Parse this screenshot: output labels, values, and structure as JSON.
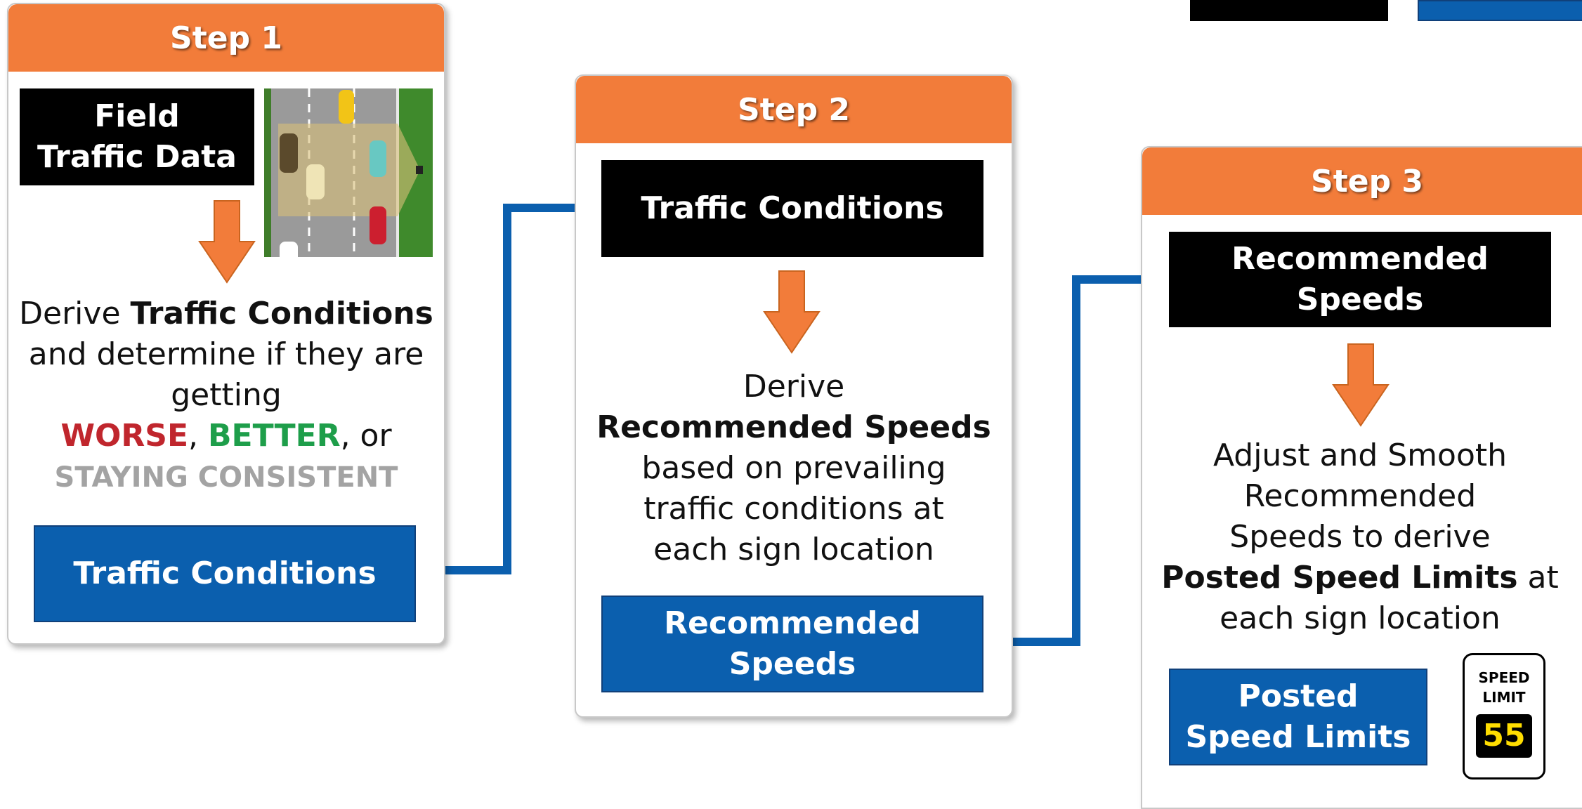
{
  "colors": {
    "orange": "#f27c3a",
    "blue": "#0b5fae",
    "black": "#000000",
    "red": "#c0262d",
    "green": "#1e9e4a",
    "gray": "#a3a3a3",
    "sign_yellow": "#ffdd00"
  },
  "step1": {
    "header": "Step 1",
    "input_label": "Field Traffic Data",
    "desc_prefix": "Derive ",
    "desc_bold": "Traffic Conditions",
    "desc_middle": " and determine if they are getting",
    "worse": "WORSE",
    "sep1": ", ",
    "better": "BETTER",
    "sep2": ", or",
    "consistent": "STAYING CONSISTENT",
    "output_label": "Traffic Conditions"
  },
  "step2": {
    "header": "Step 2",
    "input_label": "Traffic Conditions",
    "desc_prefix": "Derive",
    "desc_bold": "Recommended Speeds",
    "desc_suffix": "based on prevailing traffic conditions at each sign location",
    "output_label": "Recommended Speeds"
  },
  "step3": {
    "header": "Step 3",
    "input_label": "Recommended Speeds",
    "desc_prefix": "Adjust and Smooth Recommended Speeds to derive ",
    "desc_bold": "Posted Speed Limits",
    "desc_suffix": " at each sign location",
    "output_label": "Posted Speed Limits",
    "sign_line1": "SPEED",
    "sign_line2": "LIMIT",
    "sign_value": "55"
  }
}
